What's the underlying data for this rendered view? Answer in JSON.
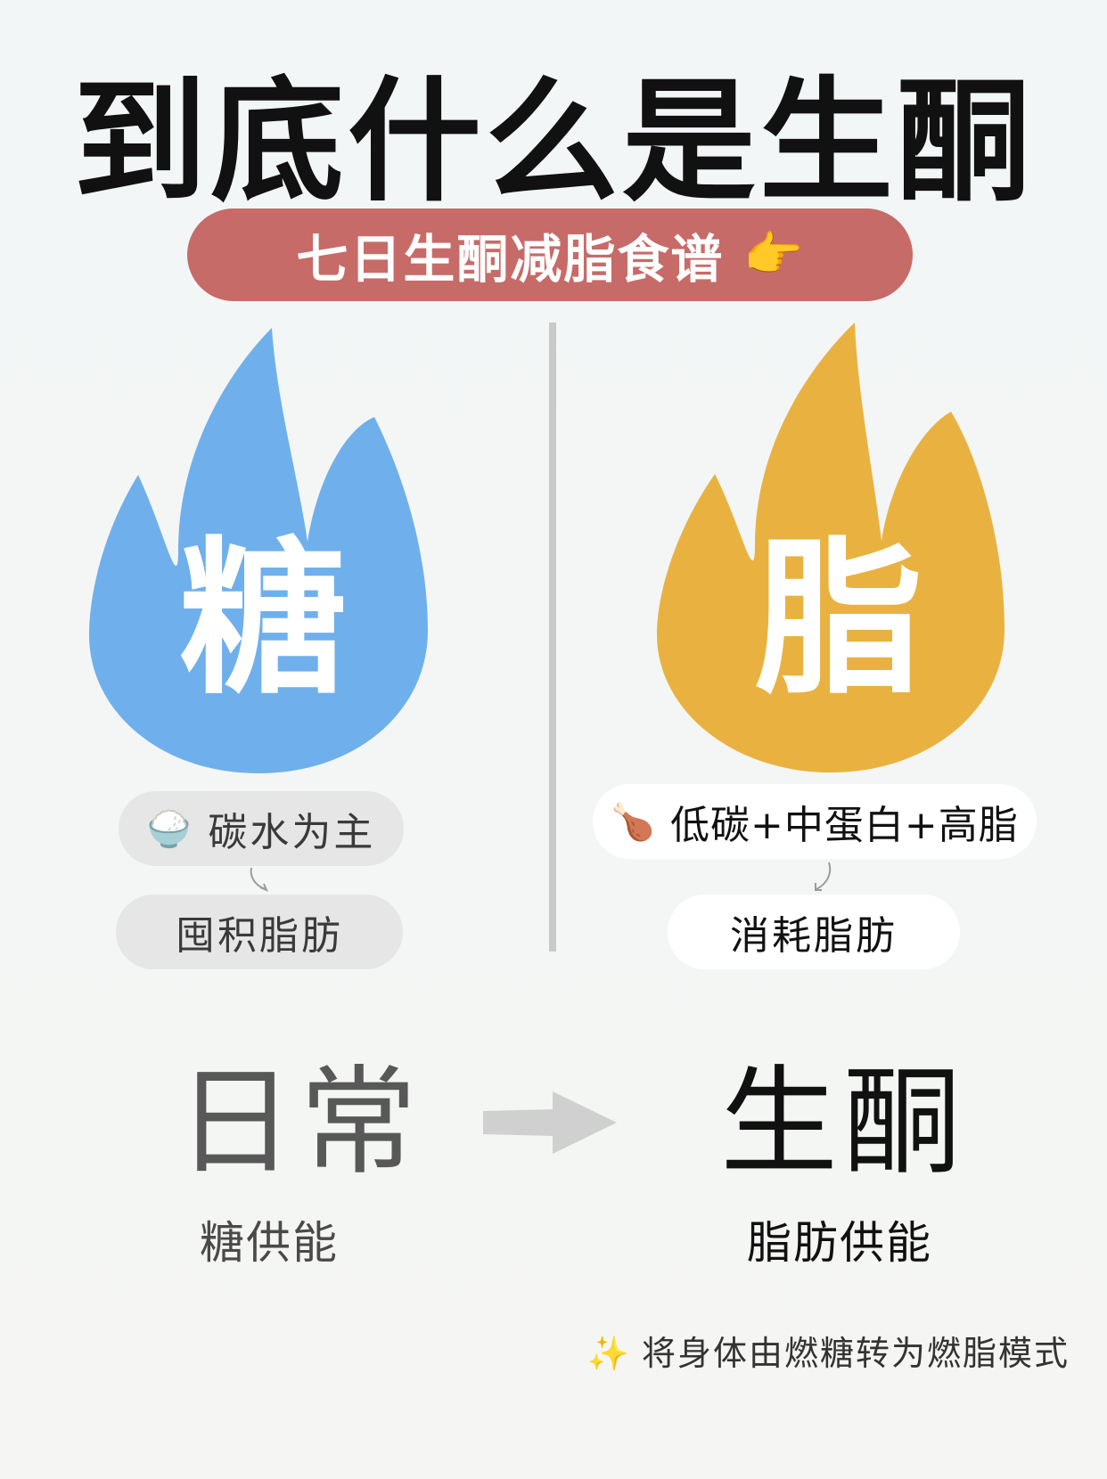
{
  "header": {
    "title": "到底什么是生酮",
    "subtitle": "七日生酮减脂食谱",
    "subtitle_icon": "👉"
  },
  "left": {
    "flame_char": "糖",
    "flame_color": "#6fb0ec",
    "pill_1_icon": "🍚",
    "pill_1": "碳水为主",
    "pill_2": "囤积脂肪",
    "big_label": "日常",
    "sub_label": "糖供能"
  },
  "right": {
    "flame_char": "脂",
    "flame_color": "#e9b240",
    "pill_1_icon": "🍗",
    "pill_1": "低碳+中蛋白+高脂",
    "pill_2": "消耗脂肪",
    "big_label": "生酮",
    "sub_label": "脂肪供能"
  },
  "footer": {
    "icon": "✨",
    "text": "将身体由燃糖转为燃脂模式"
  },
  "colors": {
    "subtitle_pill": "#c76b68",
    "divider": "#c9c9c9",
    "arrow": "#d0d0d0"
  }
}
